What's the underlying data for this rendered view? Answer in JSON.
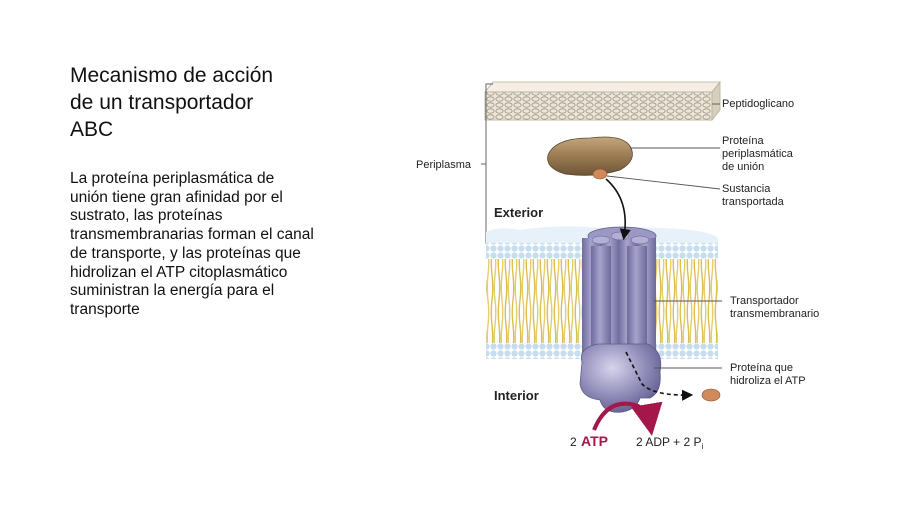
{
  "slide": {
    "title": "Mecanismo de acción\nde un transportador\nABC",
    "body": "La proteína periplasmática de unión tiene gran afinidad por el sustrato, las proteínas transmembranarias forman el canal de transporte, y las proteínas que hidrolizan el ATP citoplasmático suministran la energía para el transporte"
  },
  "diagram": {
    "labels": {
      "peptidoglycan": "Peptidoglicano",
      "binding_protein_1": "Proteína",
      "binding_protein_2": "periplasmática",
      "binding_protein_3": "de unión",
      "substance_1": "Sustancia",
      "substance_2": "transportada",
      "periplasm": "Periplasma",
      "exterior": "Exterior",
      "interior": "Interior",
      "transporter_1": "Transportador",
      "transporter_2": "transmembranario",
      "atpase_1": "Proteína que",
      "atpase_2": "hidroliza el ATP",
      "atp_count": "2",
      "atp": "ATP",
      "adp": "2 ADP + 2 P",
      "pi_subscript": "i"
    },
    "colors": {
      "atp_arrow": "#a3174a",
      "transporter": "#8f8bb8",
      "binding_protein": "#9e8058",
      "substance": "#d08a5a",
      "membrane_heads": "#c7dff0",
      "membrane_tails": "#e8d27a"
    }
  }
}
